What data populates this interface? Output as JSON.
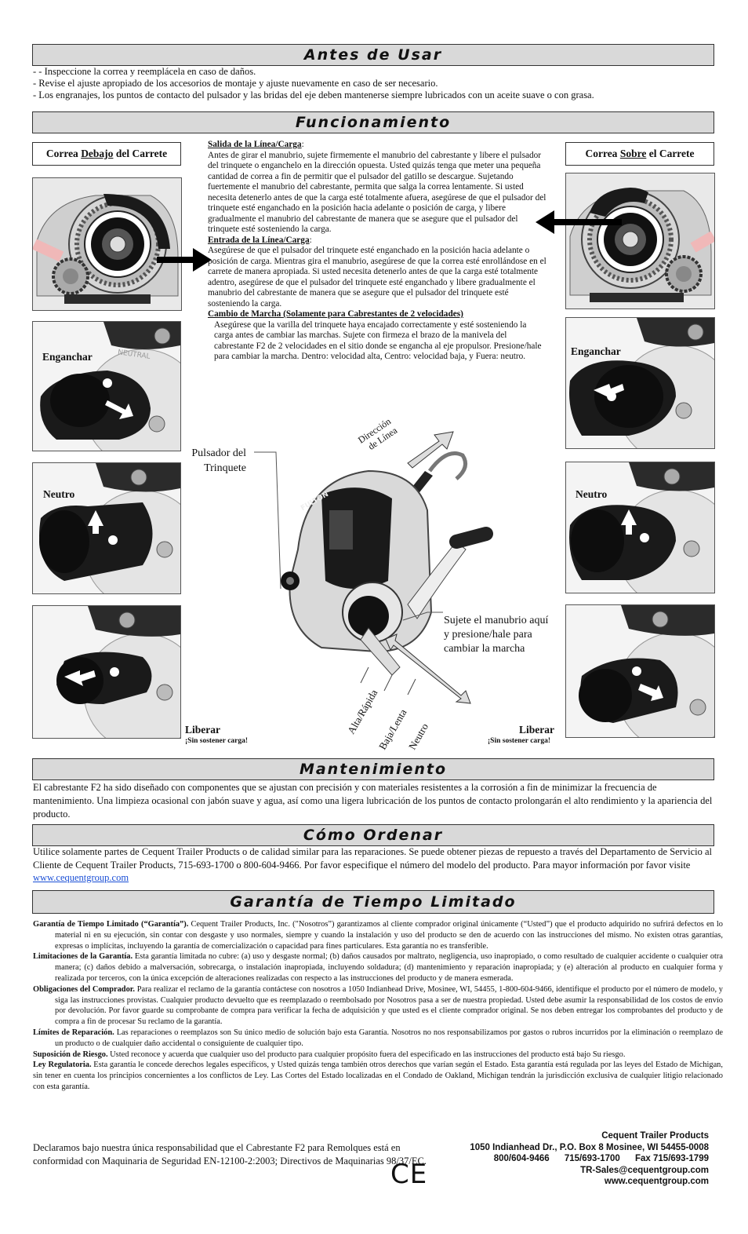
{
  "sections": {
    "antes": {
      "title": "Antes de Usar",
      "items": [
        "- - Inspeccione la correa y reemplácela en caso de daños.",
        "- Revise el ajuste apropiado de los accesorios de montaje y ajuste nuevamente en caso de ser necesario.",
        "- Los engranajes, los puntos de contacto del pulsador y las bridas del eje deben mantenerse siempre lubricados con un aceite suave o con grasa."
      ]
    },
    "funcionamiento": {
      "title": "Funcionamiento",
      "left_box_pre": "Correa ",
      "left_box_u": "Debajo",
      "left_box_post": " del Carrete",
      "right_box_pre": "Correa ",
      "right_box_u": "Sobre",
      "right_box_post": " el Carrete",
      "salida_heading": "Salida de la Línea/Carga",
      "salida_text": "Antes de girar el manubrio, sujete firmemente el manubrio del cabrestante y libere el pulsador del trinquete o enganchelo en la dirección opuesta.  Usted quizás tenga que meter una pequeña cantidad de correa a fin de permitir que el pulsador del gatillo se descargue.   Sujetando fuertemente el manubrio del cabrestante, permita que salga la correa lentamente.  Si usted necesita detenerlo antes de que la carga esté totalmente afuera, asegúrese de que el pulsador del trinquete esté enganchado en la posición hacia adelante o posición de carga, y libere gradualmente el manubrio del cabrestante de manera que se asegure que el pulsador del trinquete esté sosteniendo la carga.",
      "entrada_heading": "Entrada de la Línea/Carga",
      "entrada_text": "Asegúrese de que el pulsador del trinquete esté enganchado en la posición hacia adelante o posición de carga.  Mientras gira el manubrio, asegúrese de que la correa esté enrollándose en el carrete de manera apropiada.  Si usted necesita detenerlo antes de que la carga esté totalmente adentro, asegúrese de que el pulsador del trinquete esté enganchado y libere gradualmente el manubrio del cabrestante de manera que se asegure que el pulsador del trinquete esté sosteniendo la carga.",
      "cambio_heading": "Cambio de Marcha (Solamente para Cabrestantes de 2 velocidades)",
      "cambio_text": "Asegúrese que la varilla del trinquete haya encajado correctamente y esté sosteniendo la carga antes de cambiar las marchas.  Sujete con firmeza el brazo de la manivela del cabrestante F2 de 2 velocidades en el sitio donde se engancha al eje propulsor.  Presione/hale para cambiar la marcha.  Dentro: velocidad alta, Centro: velocidad baja, y Fuera: neutro.",
      "enganchar": "Enganchar",
      "neutro": "Neutro",
      "liberar": "Liberar",
      "sin_carga": "¡Sin sostener carga!",
      "neutral_stamp": "NEUTRAL",
      "pulsador_label_1": "Pulsador del",
      "pulsador_label_2": "Trinquete",
      "direccion_1": "Dirección",
      "direccion_2": "de Línea",
      "sujete_label_1": "Sujete el manubrio aquí",
      "sujete_label_2": "y presione/hale para",
      "sujete_label_3": "cambiar la marcha",
      "alta": "Alta/Rápida",
      "baja": "Baja/Lenta",
      "neutro_gear": "Neutro",
      "brand": "FULTON"
    },
    "mantenimiento": {
      "title": "Mantenimiento",
      "text": "El cabrestante F2 ha sido diseñado con componentes que se ajustan con precisión y con materiales resistentes a la corrosión a fin de minimizar la frecuencia de mantenimiento.  Una limpieza ocasional con jabón suave y agua, así como una ligera lubricación de los puntos de contacto prolongarán el alto rendimiento y la apariencia del producto."
    },
    "ordenar": {
      "title": "Cómo Ordenar",
      "text": "Utilice solamente partes de Cequent Trailer Products o de calidad similar para las reparaciones.  Se puede obtener piezas de repuesto a través del Departamento de Servicio al Cliente de Cequent Trailer Products, 715-693-1700 o 800-604-9466.  Por favor especifique el número del modelo del producto.  Para mayor información por favor visite",
      "link": " www.cequentgroup.com"
    },
    "garantia": {
      "title": "Garantía de Tiempo Limitado",
      "items": [
        {
          "head": "Garantía de Tiempo Limitado (“Garantía”).",
          "text": "  Cequent Trailer Products, Inc. (\"Nosotros”) garantizamos al cliente comprador original únicamente (“Usted”) que el producto adquirido no sufrirá defectos en lo material ni en su ejecución, sin contar con desgaste y uso normales, siempre y cuando la instalación y uso del producto se den de acuerdo con las instrucciones del mismo.  No existen otras garantías, expresas o implícitas, incluyendo la garantía de comercialización o capacidad para fines particulares.  Esta garantía no es transferible."
        },
        {
          "head": "Limitaciones de la Garantía.",
          "text": "  Esta garantía limitada no cubre: (a) uso y desgaste normal; (b) daños causados por maltrato, negligencia, uso inapropiado, o como resultado de cualquier accidente o cualquier otra manera; (c) daños debido a malversación, sobrecarga, o instalación inapropiada, incluyendo soldadura; (d) mantenimiento y reparación inapropiada; y (e) alteración al producto en cualquier forma y realizada por terceros, con la única excepción de alteraciones realizadas con respecto a las instrucciones del producto y de manera esmerada."
        },
        {
          "head": "Obligaciones del Comprador.",
          "text": " Para realizar el reclamo de la garantía contáctese con nosotros a 1050 Indianhead Drive, Mosinee, WI, 54455, 1-800-604-9466, identifique el producto por el número de modelo, y siga las instrucciones provistas.  Cualquier producto devuelto que es reemplazado o reembolsado por Nosotros pasa a ser de nuestra propiedad.  Usted debe asumir la responsabilidad de los costos de envío por devolución.  Por favor guarde su comprobante de compra para verificar la fecha de adquisición y que usted es el cliente comprador original.  Se nos deben entregar los comprobantes del producto y de compra a fin de procesar Su reclamo de la garantía."
        },
        {
          "head": "Límites de Reparación.",
          "text": "  Las reparaciones o reemplazos son Su único medio de solución bajo esta Garantía.  Nosotros no nos responsabilizamos por gastos o rubros incurridos por la eliminación o reemplazo de un producto o de cualquier daño accidental o consiguiente de cualquier tipo."
        },
        {
          "head": "Suposición de Riesgo.",
          "text": "  Usted reconoce y acuerda que cualquier uso del producto para cualquier propósito fuera del especificado en las instrucciones del producto está bajo Su riesgo."
        },
        {
          "head": "Ley Regulatoria.",
          "text": "  Esta garantía le concede derechos legales específicos, y Usted quizás tenga también otros derechos que varían según el Estado.  Esta garantía está regulada por las leyes del Estado de Michigan,  sin tener en cuenta los principios concernientes a los conflictos de Ley.  Las Cortes del Estado localizadas en el Condado de Oakland, Michigan tendrán la jurisdicción exclusiva de cualquier litigio relacionado con esta garantía."
        }
      ]
    }
  },
  "footer": {
    "declaration": "Declaramos bajo nuestra única responsabilidad que el Cabrestante F2 para Remolques está en conformidad con Maquinaria de Seguridad EN-12100-2:2003; Directivos de Maquinarias 98/37/EC.",
    "ce_mark": "CE",
    "company": "Cequent Trailer Products",
    "address": "1050 Indianhead Dr., P.O. Box 8 Mosinee, WI 54455-0008",
    "phones": "800/604-9466      715/693-1700      Fax 715/693-1799",
    "email": "TR-Sales@cequentgroup.com",
    "web": "www.cequentgroup.com"
  }
}
